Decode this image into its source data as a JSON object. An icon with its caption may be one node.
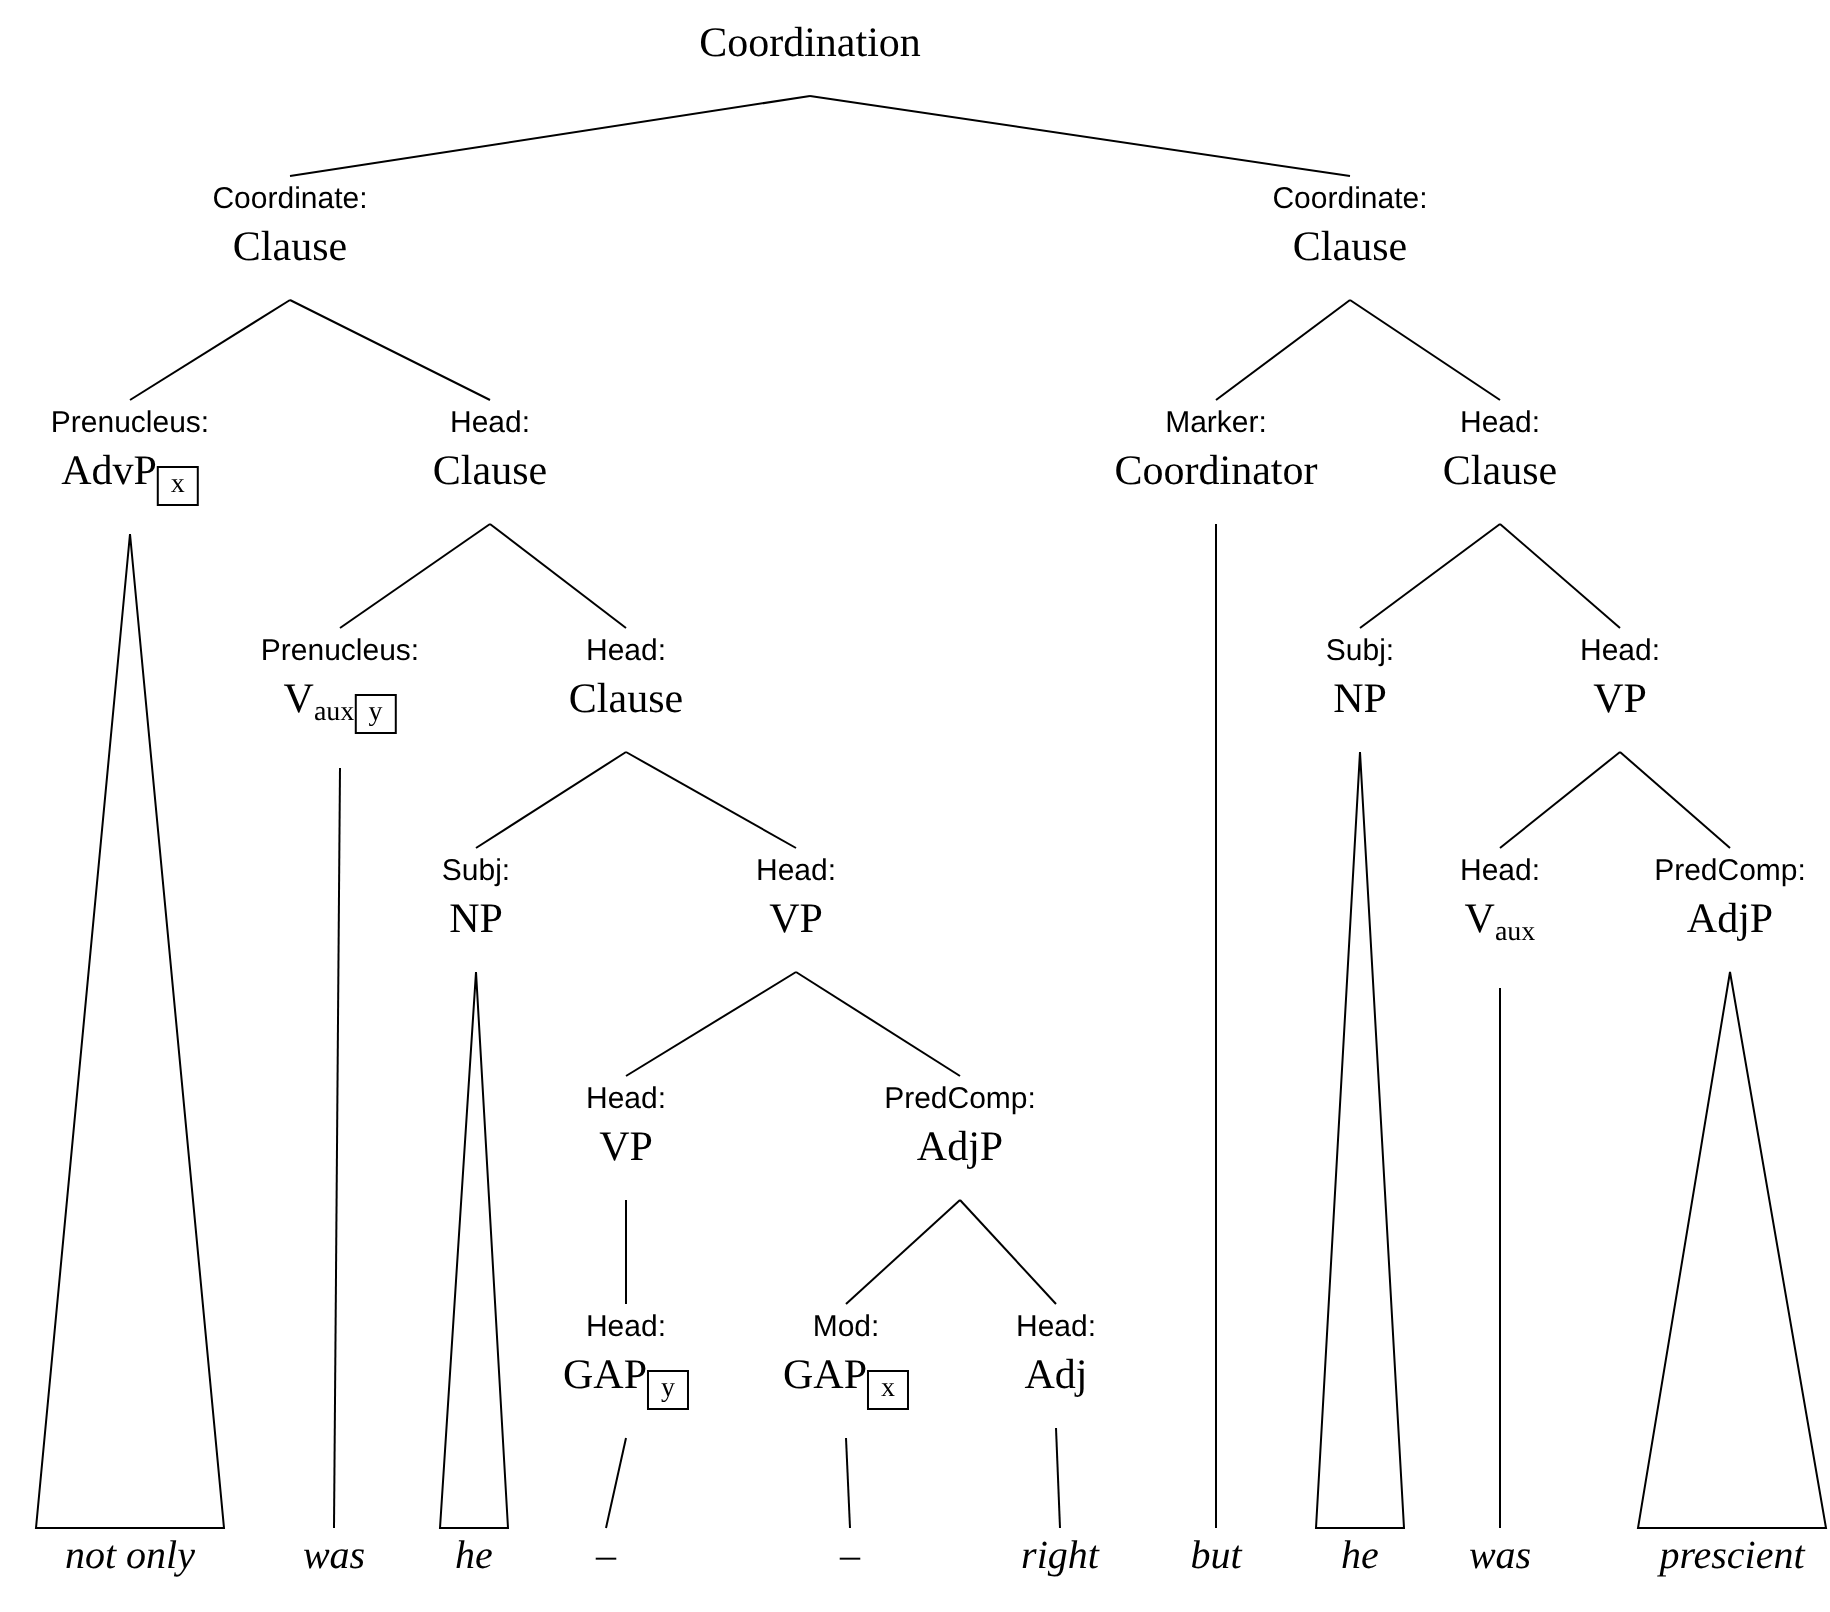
{
  "diagram": {
    "nodes": [
      {
        "text": [
          "Coordination"
        ]
      },
      {
        "text": [
          "Coordinate:",
          "Clause"
        ]
      },
      {
        "text": [
          "Coordinate:",
          "Clause"
        ]
      },
      {
        "text": [
          "Prenucleus:",
          "AdvP",
          "x"
        ]
      },
      {
        "text": [
          "Head:",
          "Clause"
        ]
      },
      {
        "text": [
          "Prenucleus:",
          "V$_{aux}$",
          "y"
        ]
      },
      {
        "text": [
          "Head:",
          "Clause"
        ]
      },
      {
        "text": [
          "Subj:",
          "NP"
        ]
      },
      {
        "text": [
          "Head:",
          "VP"
        ]
      },
      {
        "text": [
          "Head:",
          "VP"
        ]
      },
      {
        "text": [
          "PredComp:",
          "AdjP"
        ]
      },
      {
        "text": [
          "Head:",
          "GAP",
          "y"
        ]
      },
      {
        "text": [
          "Mod:",
          "GAP",
          "x"
        ]
      },
      {
        "text": [
          "Head:",
          "Adj"
        ]
      },
      {
        "text": [
          "Marker:",
          "Coordinator"
        ]
      },
      {
        "text": [
          "Head:",
          "Clause"
        ]
      },
      {
        "text": [
          "Subj:",
          "NP"
        ]
      },
      {
        "text": [
          "Head:",
          "VP"
        ]
      },
      {
        "text": [
          "Head:",
          "V$_{aux}$"
        ]
      },
      {
        "text": [
          "PredComp:",
          "AdjP"
        ]
      },
      {
        "text": [
          "not only"
        ]
      },
      {
        "text": [
          "was"
        ]
      },
      {
        "text": [
          "he"
        ]
      },
      {
        "text": [
          "–"
        ]
      },
      {
        "text": [
          "–"
        ]
      },
      {
        "text": [
          "right"
        ]
      },
      {
        "text": [
          "but"
        ]
      },
      {
        "text": [
          "he"
        ]
      },
      {
        "text": [
          "was"
        ]
      },
      {
        "text": [
          "prescient"
        ]
      }
    ],
    "edges": [
      {
        "from": 0,
        "to": 1,
        "arrow": "none"
      },
      {
        "from": 0,
        "to": 2,
        "arrow": "none"
      },
      {
        "from": 1,
        "to": 3,
        "arrow": "none"
      },
      {
        "from": 1,
        "to": 4,
        "arrow": "none"
      },
      {
        "from": 4,
        "to": 5,
        "arrow": "none"
      },
      {
        "from": 4,
        "to": 6,
        "arrow": "none"
      },
      {
        "from": 6,
        "to": 7,
        "arrow": "none"
      },
      {
        "from": 6,
        "to": 8,
        "arrow": "none"
      },
      {
        "from": 8,
        "to": 9,
        "arrow": "none"
      },
      {
        "from": 8,
        "to": 10,
        "arrow": "none"
      },
      {
        "from": 9,
        "to": 11,
        "arrow": "none"
      },
      {
        "from": 10,
        "to": 12,
        "arrow": "none"
      },
      {
        "from": 10,
        "to": 13,
        "arrow": "none"
      },
      {
        "from": 3,
        "to": 20,
        "arrow": "none"
      },
      {
        "from": 5,
        "to": 21,
        "arrow": "none"
      },
      {
        "from": 7,
        "to": 22,
        "arrow": "none"
      },
      {
        "from": 11,
        "to": 23,
        "arrow": "none"
      },
      {
        "from": 12,
        "to": 24,
        "arrow": "none"
      },
      {
        "from": 13,
        "to": 25,
        "arrow": "none"
      },
      {
        "from": 2,
        "to": 14,
        "arrow": "none"
      },
      {
        "from": 2,
        "to": 15,
        "arrow": "none"
      },
      {
        "from": 14,
        "to": 26,
        "arrow": "none"
      },
      {
        "from": 15,
        "to": 16,
        "arrow": "none"
      },
      {
        "from": 15,
        "to": 17,
        "arrow": "none"
      },
      {
        "from": 16,
        "to": 27,
        "arrow": "none"
      },
      {
        "from": 17,
        "to": 18,
        "arrow": "none"
      },
      {
        "from": 17,
        "to": 19,
        "arrow": "none"
      },
      {
        "from": 18,
        "to": 28,
        "arrow": "none"
      },
      {
        "from": 19,
        "to": 29,
        "arrow": "none"
      }
    ]
  }
}
